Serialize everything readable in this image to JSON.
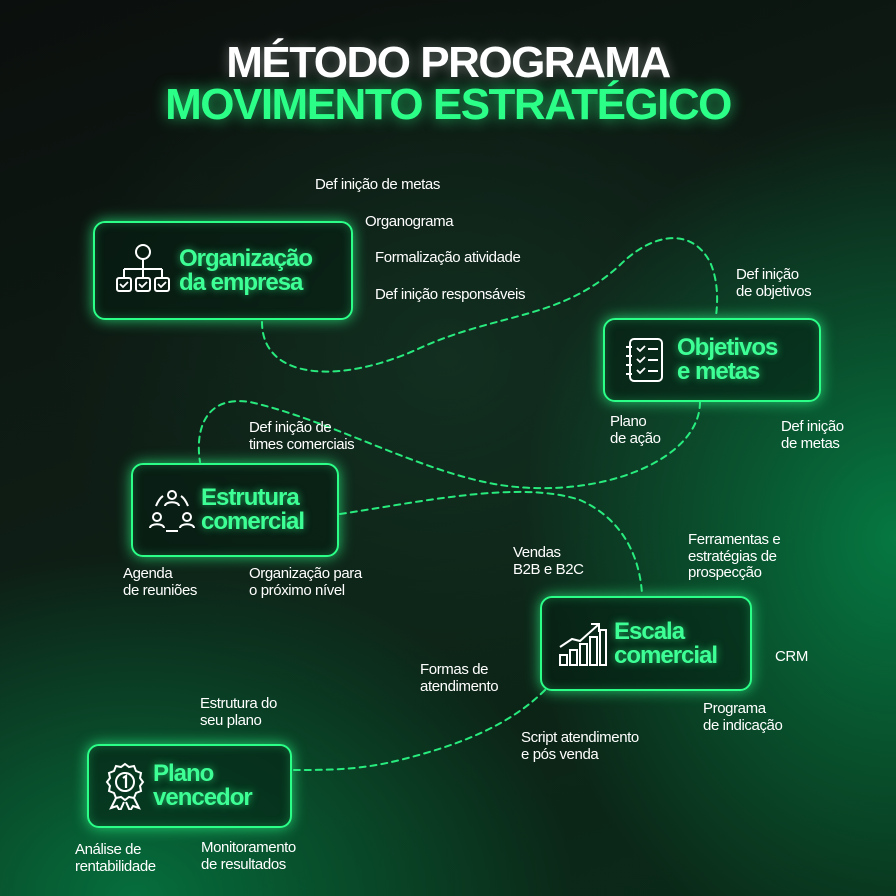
{
  "title": {
    "line1": "MÉTODO PROGRAMA",
    "line2": "MOVIMENTO ESTRATÉGICO"
  },
  "colors": {
    "accent": "#2bff88",
    "text": "#ffffff",
    "background": "#0b1a12"
  },
  "nodes": {
    "organizacao": {
      "line1": "Organização",
      "line2": "da empresa",
      "icon": "org-chart-icon"
    },
    "objetivos": {
      "line1": "Objetivos",
      "line2": "e metas",
      "icon": "checklist-icon"
    },
    "estrutura": {
      "line1": "Estrutura",
      "line2": "comercial",
      "icon": "team-cycle-icon"
    },
    "escala": {
      "line1": "Escala",
      "line2": "comercial",
      "icon": "growth-chart-icon"
    },
    "plano": {
      "line1": "Plano",
      "line2": "vencedor",
      "icon": "medal-icon"
    }
  },
  "notes": {
    "definicao_metas_top": "Def inição de metas",
    "organograma": "Organograma",
    "formalizacao": "Formalização atividade",
    "definicao_responsaveis": "Def inição responsáveis",
    "definicao_objetivos": {
      "line1": "Def inição",
      "line2": "de objetivos"
    },
    "plano_acao": {
      "line1": "Plano",
      "line2": "de ação"
    },
    "definicao_metas_right": {
      "line1": "Def inição",
      "line2": "de metas"
    },
    "definicao_times": {
      "line1": "Def inição de",
      "line2": "times comerciais"
    },
    "agenda": {
      "line1": "Agenda",
      "line2": "de reuniões"
    },
    "organizacao_nivel": {
      "line1": "Organização para",
      "line2": "o próximo nível"
    },
    "vendas": {
      "line1": "Vendas",
      "line2": "B2B e B2C"
    },
    "ferramentas": {
      "line1": "Ferramentas e",
      "line2": "estratégias de",
      "line3": "prospecção"
    },
    "crm": "CRM",
    "formas_atendimento": {
      "line1": "Formas de",
      "line2": "atendimento"
    },
    "programa_indicacao": {
      "line1": "Programa",
      "line2": "de indicação"
    },
    "estrutura_plano": {
      "line1": "Estrutura do",
      "line2": "seu plano"
    },
    "script": {
      "line1": "Script atendimento",
      "line2": "e pós venda"
    },
    "analise": {
      "line1": "Análise de",
      "line2": "rentabilidade"
    },
    "monitoramento": {
      "line1": "Monitoramento",
      "line2": "de resultados"
    }
  }
}
